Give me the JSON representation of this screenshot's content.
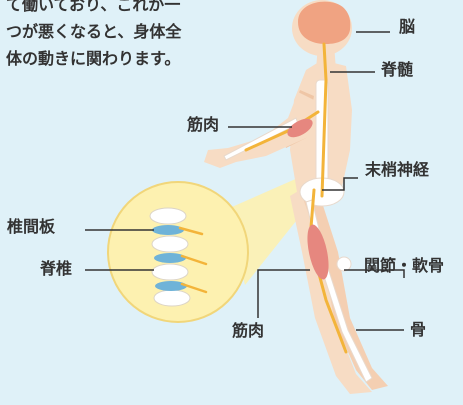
{
  "intro": {
    "lines": [
      "て働いており、これが一",
      "つが悪くなると、身体全",
      "体の動きに関わります。"
    ]
  },
  "labels": {
    "brain": "脳",
    "spinal_cord": "脊髄",
    "muscle_arm": "筋肉",
    "peripheral_nerve": "末梢神経",
    "intervertebral_disc": "椎間板",
    "vertebra": "脊椎",
    "joint_cartilage": "関節・軟骨",
    "muscle_leg": "筋肉",
    "bone": "骨"
  },
  "colors": {
    "background": "#dff1f8",
    "skin": "#f7dcc4",
    "bone": "#ffffff",
    "brain": "#f0a382",
    "nerve": "#f3b43a",
    "muscle": "#e6877f",
    "disc": "#6fb3d8",
    "zoom_circle": "#fdf1b0"
  }
}
